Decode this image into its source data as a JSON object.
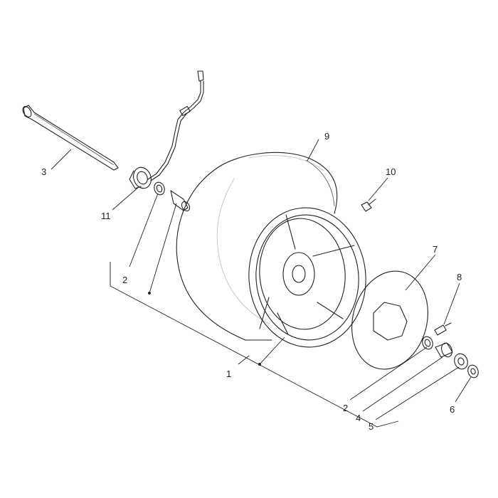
{
  "diagram": {
    "callouts": [
      {
        "id": "c1",
        "text": "1"
      },
      {
        "id": "c2a",
        "text": "2"
      },
      {
        "id": "c2b",
        "text": "2"
      },
      {
        "id": "c3",
        "text": "3"
      },
      {
        "id": "c4",
        "text": "4"
      },
      {
        "id": "c5",
        "text": "5"
      },
      {
        "id": "c6",
        "text": "6"
      },
      {
        "id": "c7",
        "text": "7"
      },
      {
        "id": "c8",
        "text": "8"
      },
      {
        "id": "c9",
        "text": "9"
      },
      {
        "id": "c10",
        "text": "10"
      },
      {
        "id": "c11",
        "text": "11"
      }
    ]
  }
}
